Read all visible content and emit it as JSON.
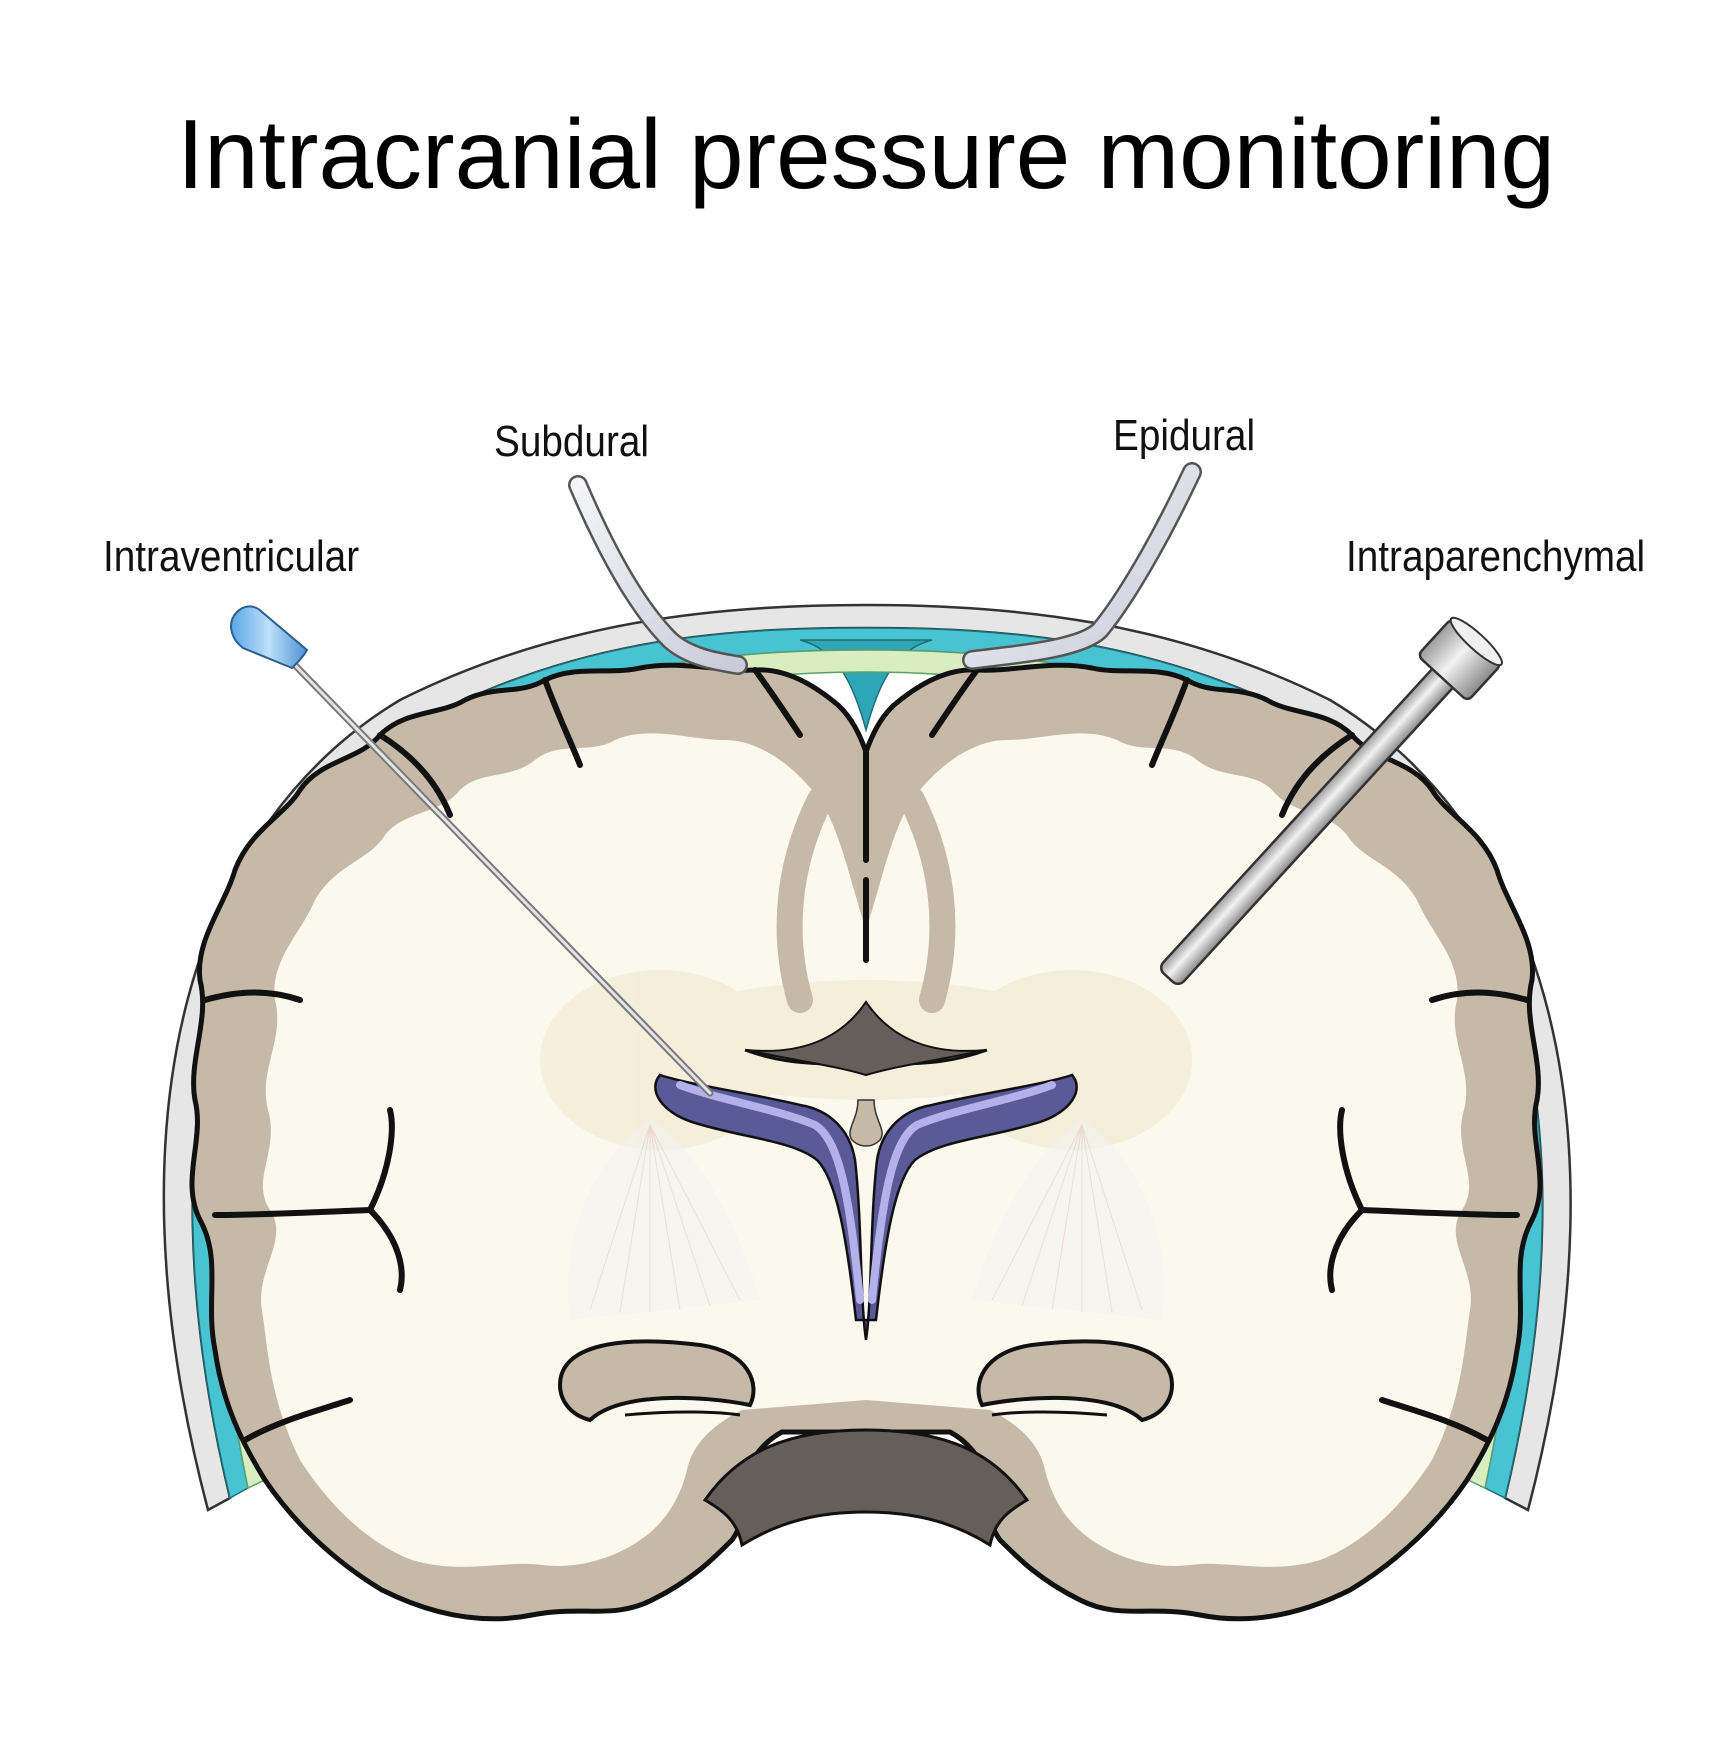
{
  "title": "Intracranial pressure monitoring",
  "labels": {
    "intraventricular": "Intraventricular",
    "subdural": "Subdural",
    "epidural": "Epidural",
    "intraparenchymal": "Intraparenchymal"
  },
  "colors": {
    "skull": "#e6e6e6",
    "dura_csf": "#48c3d2",
    "arachnoid": "#d8eec0",
    "gray_matter": "#c7b9a8",
    "white_matter": "#fbf8ee",
    "ventricle": "#5b5a98",
    "ventricle_light": "#b3b1ea",
    "dark_cavity": "#665e58"
  },
  "icons": {
    "intraventricular_device": "catheter-needle-icon",
    "subdural_device": "bent-tube-icon",
    "epidural_device": "bent-tube-icon",
    "intraparenchymal_device": "bolt-probe-icon"
  }
}
